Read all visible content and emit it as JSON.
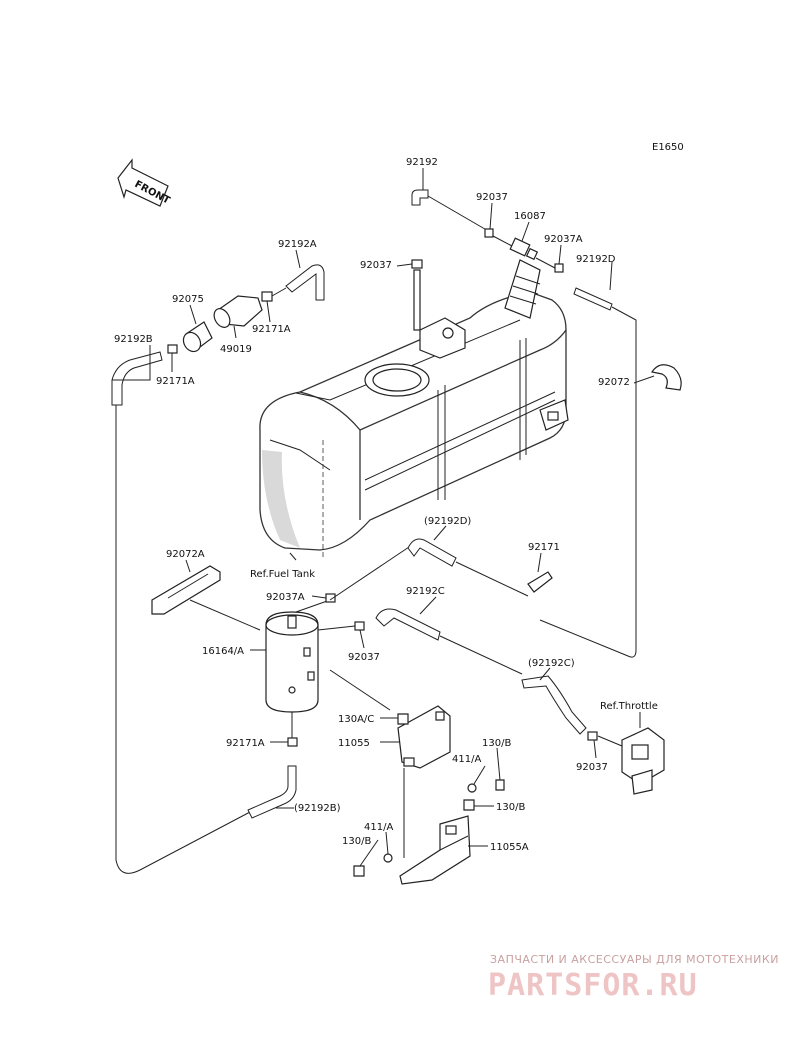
{
  "diagram_code": "E1650",
  "front_label": "FRONT",
  "labels": {
    "p92192": "92192",
    "p92037_top": "92037",
    "p16087": "16087",
    "p92037A_top": "92037A",
    "p92192D": "92192D",
    "p92037_left": "92037",
    "p92192A": "92192A",
    "p92075": "92075",
    "p92171A_upper": "92171A",
    "p49019": "49019",
    "p92192B": "92192B",
    "p92171A_left": "92171A",
    "p92072": "92072",
    "p92192D_ref": "(92192D)",
    "p92171": "92171",
    "p92072A": "92072A",
    "ref_fuel_tank": "Ref.Fuel Tank",
    "p92037A_mid": "92037A",
    "p92192C": "92192C",
    "p16164A": "16164/A",
    "p92037_mid": "92037",
    "p92192C_ref": "(92192C)",
    "ref_throttle": "Ref.Throttle",
    "p130AC": "130A/C",
    "p11055": "11055",
    "p130B_1": "130/B",
    "p92171A_low": "92171A",
    "p411A_1": "411/A",
    "p92037_right": "92037",
    "p130B_2": "130/B",
    "p411A_2": "411/A",
    "p11055A": "11055A",
    "p130B_3": "130/B",
    "p92192B_ref": "(92192B)"
  },
  "watermark": {
    "subtitle": "ЗАПЧАСТИ И АКСЕССУАРЫ ДЛЯ МОТОТЕХНИКИ",
    "logo": "PARTSFOR.RU"
  }
}
